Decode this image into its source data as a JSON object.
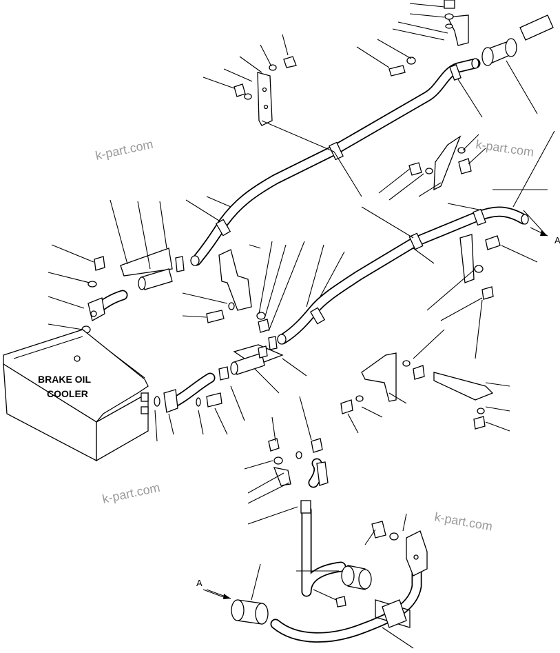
{
  "diagram": {
    "component_label_line1": "BRAKE OIL",
    "component_label_line2": "COOLER",
    "ref_right": "A",
    "ref_left": "A",
    "watermarks": [
      "k-part.com",
      "k-part.com",
      "k-part.com",
      "k-part.com"
    ]
  }
}
